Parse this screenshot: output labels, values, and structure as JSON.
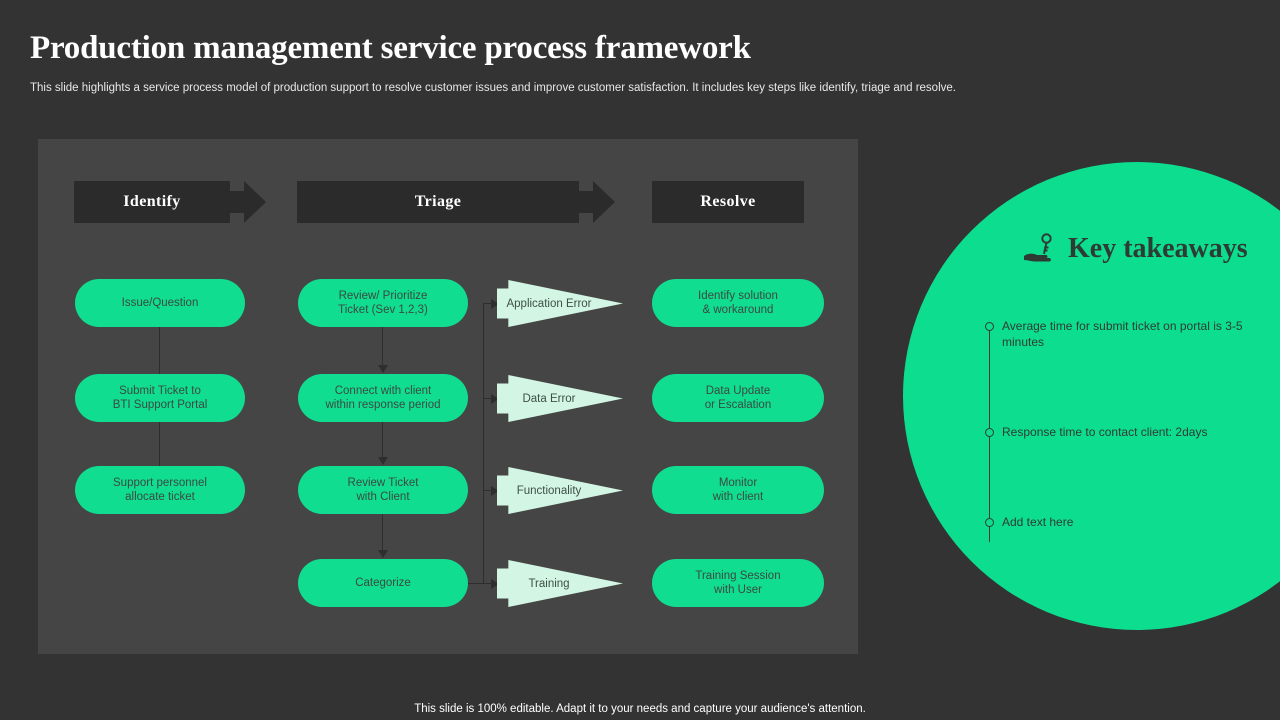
{
  "slide": {
    "title": "Production management service process framework",
    "subtitle": "This slide highlights a service process model of production support to resolve customer issues and improve customer satisfaction. It includes key steps like identify, triage and resolve.",
    "footer": "This slide is 100% editable. Adapt it to your needs and capture your audience's attention.",
    "colors": {
      "background": "#333333",
      "panel": "#454545",
      "accent_green": "#10dd8f",
      "mint": "#d2f6e3",
      "header_bar": "#2b2b2b",
      "text_dark": "#3a4a43",
      "text_light": "#ffffff"
    }
  },
  "stages": [
    {
      "key": "identify",
      "label": "Identify",
      "has_arrow_tip": true
    },
    {
      "key": "triage",
      "label": "Triage",
      "has_arrow_tip": true
    },
    {
      "key": "resolve",
      "label": "Resolve",
      "has_arrow_tip": false
    }
  ],
  "columns": {
    "identify": [
      "Issue/Question",
      "Submit Ticket to\nBTI Support Portal",
      "Support personnel\nallocate ticket"
    ],
    "triage": [
      "Review/ Prioritize\nTicket (Sev 1,2,3)",
      "Connect with client\nwithin response period",
      "Review Ticket\nwith Client",
      "Categorize"
    ],
    "categories": [
      "Application Error",
      "Data Error",
      "Functionality",
      "Training"
    ],
    "resolve": [
      "Identify solution\n&  workaround",
      "Data Update\nor Escalation",
      "Monitor\nwith client",
      "Training Session\nwith User"
    ]
  },
  "key_takeaways": {
    "title": "Key takeaways",
    "icon": "hand-holding-key-icon",
    "items": [
      "Average  time for  submit ticket on portal is 3-5 minutes",
      "Response time to contact client: 2days",
      "Add text here"
    ]
  }
}
